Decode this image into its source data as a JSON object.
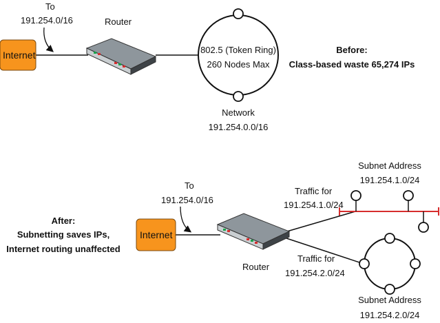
{
  "colors": {
    "internet_fill": "#f7941d",
    "internet_stroke": "#7a4a10",
    "subnet_bus": "#d62d2d",
    "line": "#111111"
  },
  "before": {
    "to_line1": "To",
    "to_line2": "191.254.0/16",
    "internet_label": "Internet",
    "router_label": "Router",
    "ring_line1": "802.5 (Token Ring)",
    "ring_line2": "260 Nodes Max",
    "network_line1": "Network",
    "network_line2": "191.254.0.0/16",
    "caption_line1": "Before:",
    "caption_line2": "Class-based waste 65,274 IPs"
  },
  "after": {
    "caption_line1": "After:",
    "caption_line2": "Subnetting saves IPs,",
    "caption_line3": "Internet routing unaffected",
    "to_line1": "To",
    "to_line2": "191.254.0/16",
    "internet_label": "Internet",
    "router_label": "Router",
    "traffic1_line1": "Traffic for",
    "traffic1_line2": "191.254.1.0/24",
    "traffic2_line1": "Traffic for",
    "traffic2_line2": "191.254.2.0/24",
    "subnet1_line1": "Subnet Address",
    "subnet1_line2": "191.254.1.0/24",
    "subnet2_line1": "Subnet Address",
    "subnet2_line2": "191.254.2.0/24"
  }
}
